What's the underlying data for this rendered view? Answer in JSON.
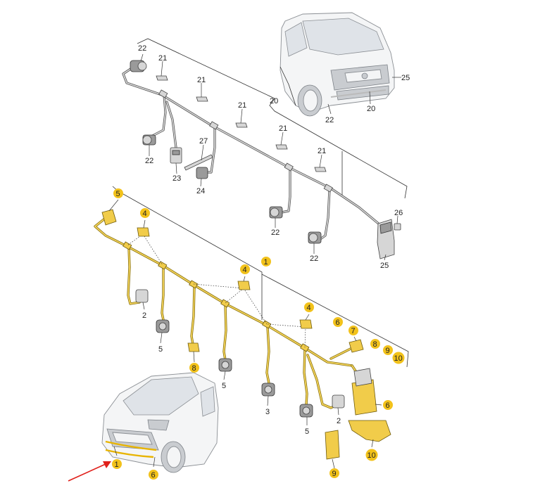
{
  "callouts_gray": [
    {
      "id": "g22a",
      "text": "22"
    },
    {
      "id": "g21a",
      "text": "21"
    },
    {
      "id": "g21b",
      "text": "21"
    },
    {
      "id": "g21c",
      "text": "21"
    },
    {
      "id": "g21d",
      "text": "21"
    },
    {
      "id": "g21e",
      "text": "21"
    },
    {
      "id": "g20a",
      "text": "20"
    },
    {
      "id": "g22b",
      "text": "22"
    },
    {
      "id": "g23",
      "text": "23"
    },
    {
      "id": "g27",
      "text": "27"
    },
    {
      "id": "g24",
      "text": "24"
    },
    {
      "id": "g22c",
      "text": "22"
    },
    {
      "id": "g22d",
      "text": "22"
    },
    {
      "id": "g26",
      "text": "26"
    },
    {
      "id": "g25a",
      "text": "25"
    },
    {
      "id": "g25b",
      "text": "25"
    },
    {
      "id": "g20b",
      "text": "20"
    },
    {
      "id": "g22e",
      "text": "22"
    }
  ],
  "callouts_yellow": [
    {
      "id": "y5a",
      "text": "5"
    },
    {
      "id": "y4a",
      "text": "4"
    },
    {
      "id": "y1a",
      "text": "1"
    },
    {
      "id": "y4b",
      "text": "4"
    },
    {
      "id": "y4c",
      "text": "4"
    },
    {
      "id": "y6a",
      "text": "6"
    },
    {
      "id": "y7",
      "text": "7"
    },
    {
      "id": "y8a",
      "text": "8"
    },
    {
      "id": "y9a",
      "text": "9"
    },
    {
      "id": "y10a",
      "text": "10"
    },
    {
      "id": "y8b",
      "text": "8"
    },
    {
      "id": "y6b",
      "text": "6"
    },
    {
      "id": "y10b",
      "text": "10"
    },
    {
      "id": "y9b",
      "text": "9"
    },
    {
      "id": "y1b",
      "text": "1"
    },
    {
      "id": "y6c",
      "text": "6"
    }
  ],
  "callouts_plain": [
    {
      "id": "p2a",
      "text": "2"
    },
    {
      "id": "p5a",
      "text": "5"
    },
    {
      "id": "p5b",
      "text": "5"
    },
    {
      "id": "p3",
      "text": "3"
    },
    {
      "id": "p5c",
      "text": "5"
    },
    {
      "id": "p2b",
      "text": "2"
    }
  ],
  "colors": {
    "highlight": "#f2c21b",
    "arrow": "#e0201b"
  }
}
